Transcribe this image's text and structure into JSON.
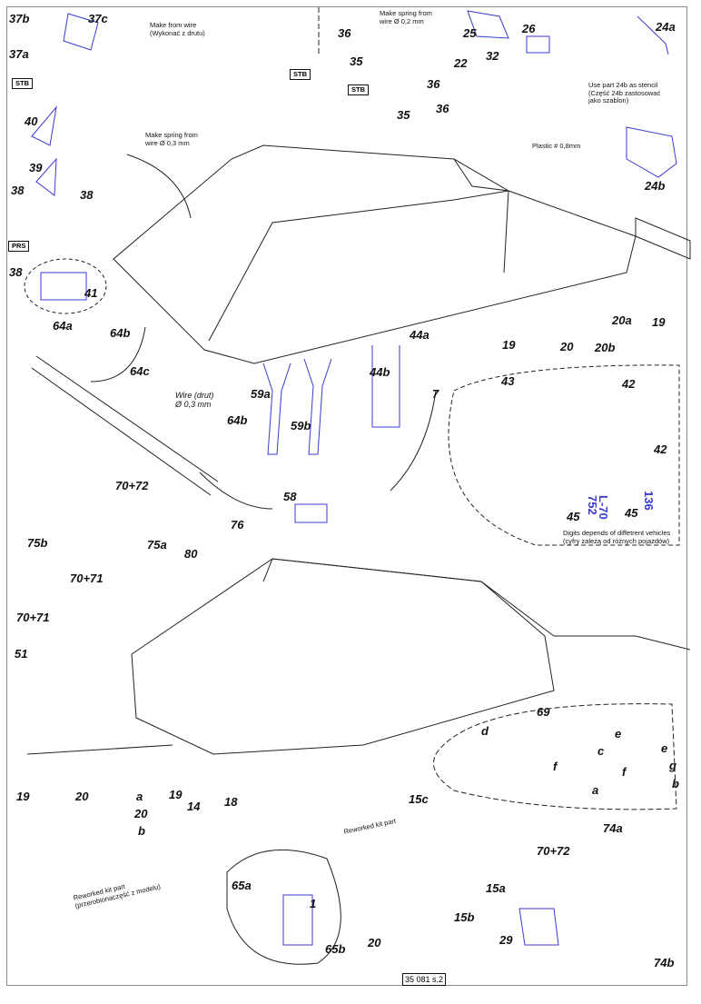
{
  "sheet_code": "35 081 s.2",
  "colors": {
    "etched_part": "#3a3ad0",
    "outline": "#222222",
    "frame": "#8a8a8a"
  },
  "boxes": [
    "STB",
    "STB",
    "STB",
    "PRS"
  ],
  "notes": {
    "wire_a": "Make from wire\n(Wykonać z drutu)",
    "spring_03": "Make spring from\nwire Ø 0,3 mm",
    "spring_02": "Make spring from\nwire Ø 0,2 mm",
    "stencil": "Use part 24b as stencil\n(Część 24b zastosować\njako szablon)",
    "plastic": "Plastic # 0,8mm",
    "wire_b": "Wire (drut)\nØ 0,3 mm",
    "digits": "Digits depends of diffetrent vehicles\n(cyfry zależą od różnych pojazdów)",
    "reworked_a": "Reworked kit part\n(przerobionaczęść z modelu)",
    "reworked_b": "Reworked kit part"
  },
  "decals": [
    "L-70\n752",
    "136"
  ],
  "labels": [
    "37b",
    "37c",
    "37a",
    "40",
    "39",
    "38",
    "38",
    "38",
    "41",
    "64a",
    "64b",
    "64c",
    "64b",
    "59a",
    "59b",
    "44a",
    "44b",
    "7",
    "43",
    "42",
    "42",
    "45",
    "45",
    "70+72",
    "75b",
    "75a",
    "58",
    "76",
    "80",
    "70+71",
    "70+71",
    "51",
    "69",
    "d",
    "c",
    "e",
    "e",
    "f",
    "f",
    "g",
    "a",
    "b",
    "19",
    "20",
    "a",
    "20",
    "b",
    "19",
    "14",
    "18",
    "15c",
    "15a",
    "15b",
    "74a",
    "70+72",
    "29",
    "20",
    "74b",
    "65a",
    "1",
    "65b",
    "36",
    "35",
    "36",
    "35",
    "36",
    "25",
    "26",
    "32",
    "22",
    "24a",
    "24b",
    "19",
    "20",
    "20a",
    "20b",
    "19"
  ]
}
